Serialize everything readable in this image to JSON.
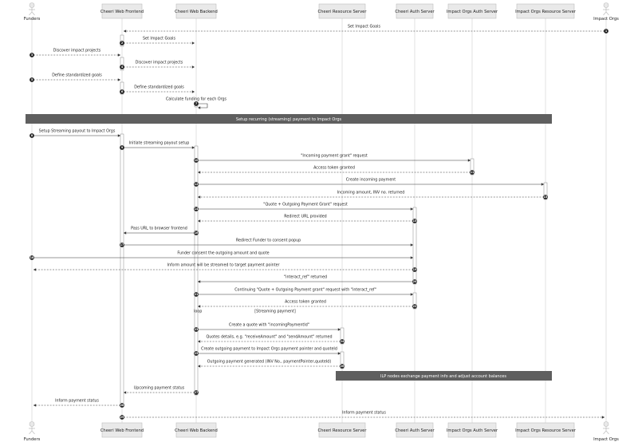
{
  "participants": [
    {
      "id": "funders",
      "label": "Funders",
      "kind": "actor"
    },
    {
      "id": "frontend",
      "label": "Cheeri Web Frontend",
      "kind": "box"
    },
    {
      "id": "backend",
      "label": "Cheeri Web Backend",
      "kind": "box"
    },
    {
      "id": "resource",
      "label": "Cheeri Resource Server",
      "kind": "box"
    },
    {
      "id": "auth",
      "label": "Cheeri Auth Server",
      "kind": "box"
    },
    {
      "id": "orgauth",
      "label": "Impact Orgs Auth Server",
      "kind": "box"
    },
    {
      "id": "orgres",
      "label": "Impact Orgs Resource Server",
      "kind": "box"
    },
    {
      "id": "orgs",
      "label": "Impact Orgs",
      "kind": "actor"
    }
  ],
  "events": [
    {
      "type": "msg",
      "n": "1",
      "from": "orgs",
      "to": "frontend",
      "label": "Set Impact Goals",
      "dashed": true
    },
    {
      "type": "msg",
      "n": "2",
      "from": "frontend",
      "to": "backend",
      "label": "Set Impact Goals",
      "dashed": true
    },
    {
      "type": "msg",
      "n": "3",
      "from": "funders",
      "to": "frontend",
      "label": "Discover impact projects",
      "dashed": true
    },
    {
      "type": "msg",
      "n": "4",
      "from": "frontend",
      "to": "backend",
      "label": "Discover impact projects",
      "dashed": true
    },
    {
      "type": "msg",
      "n": "5",
      "from": "funders",
      "to": "frontend",
      "label": "Define standardized goals",
      "dashed": true
    },
    {
      "type": "msg",
      "n": "6",
      "from": "frontend",
      "to": "backend",
      "label": "Define standardized goals",
      "dashed": true
    },
    {
      "type": "self",
      "n": "7",
      "at": "backend",
      "label": "Calculate funding for each Orgs"
    },
    {
      "type": "divider",
      "label": "Setup recurring (streaming) payment to Impact Orgs"
    },
    {
      "type": "msg",
      "n": "8",
      "from": "funders",
      "to": "frontend",
      "label": "Setup Streaming payout to Impact Orgs",
      "dashed": false
    },
    {
      "type": "msg",
      "n": "9",
      "from": "frontend",
      "to": "backend",
      "label": "Initiate streaming payout setup",
      "dashed": false
    },
    {
      "type": "msg",
      "n": "10",
      "from": "backend",
      "to": "orgauth",
      "label": "\"Incoming payment grant\" request",
      "dashed": false
    },
    {
      "type": "msg",
      "n": "11",
      "from": "orgauth",
      "to": "backend",
      "label": "Access token granted",
      "dashed": true
    },
    {
      "type": "msg",
      "n": "12",
      "from": "backend",
      "to": "orgres",
      "label": "Create incoming payment",
      "dashed": false
    },
    {
      "type": "msg",
      "n": "13",
      "from": "orgres",
      "to": "backend",
      "label": "Incoming amount, INV no. returned",
      "dashed": true
    },
    {
      "type": "msg",
      "n": "14",
      "from": "backend",
      "to": "auth",
      "label": "\"Quote + Outgoing Payment Grant\" request",
      "dashed": false
    },
    {
      "type": "msg",
      "n": "15",
      "from": "auth",
      "to": "backend",
      "label": "Redirect URL provided",
      "dashed": true
    },
    {
      "type": "msg",
      "n": "16",
      "from": "backend",
      "to": "frontend",
      "label": "Pass URL to browser frontend",
      "dashed": false
    },
    {
      "type": "msg",
      "n": "17",
      "from": "frontend",
      "to": "auth",
      "label": "Redirect Funder to consent popup",
      "dashed": false
    },
    {
      "type": "msg",
      "n": "18",
      "from": "funders",
      "to": "auth",
      "label": "Funder consent the outgoing amount and quote",
      "dashed": false
    },
    {
      "type": "msg",
      "n": "19",
      "from": "auth",
      "to": "funders",
      "label": "Inform amount will be streamed to target payment pointer",
      "dashed": true
    },
    {
      "type": "msg",
      "n": "20",
      "from": "auth",
      "to": "backend",
      "label": "\"interact_ref\" returned",
      "dashed": false
    },
    {
      "type": "msg",
      "n": "21",
      "from": "backend",
      "to": "auth",
      "label": "Continuing \"Quote + Outgoing Payment grant\" request with \"interact_ref\"",
      "dashed": false
    },
    {
      "type": "msg",
      "n": "22",
      "from": "auth",
      "to": "backend",
      "label": "Access token granted",
      "dashed": true
    },
    {
      "type": "loop",
      "keyword": "loop",
      "label": "[Streaming payment]"
    },
    {
      "type": "msg",
      "n": "23",
      "from": "backend",
      "to": "resource",
      "label": "Create a quote with \"incomingPaymentId\"",
      "dashed": false
    },
    {
      "type": "msg",
      "n": "24",
      "from": "resource",
      "to": "backend",
      "label": "Quotes details, e.g. \"receiveAmount\" and \"sendAmount\" returned",
      "dashed": true
    },
    {
      "type": "msg",
      "n": "25",
      "from": "backend",
      "to": "resource",
      "label": "Create outgoing payment to Impact Orgs payment pointer and quoteId",
      "dashed": false
    },
    {
      "type": "msg",
      "n": "26",
      "from": "resource",
      "to": "backend",
      "label": "Outgoing payment generated (INV No., paymentPointer,quoteId)",
      "dashed": true
    },
    {
      "type": "note",
      "label": "ILP nodes exchange payment info and adjust account balances"
    },
    {
      "type": "msg",
      "n": "27",
      "from": "backend",
      "to": "frontend",
      "label": "Upcoming payment status",
      "dashed": true
    },
    {
      "type": "msg",
      "n": "28",
      "from": "frontend",
      "to": "funders",
      "label": "Inform payment status",
      "dashed": true
    },
    {
      "type": "msg",
      "n": "29",
      "from": "frontend",
      "to": "orgs",
      "label": "Inform payment status",
      "dashed": true
    }
  ]
}
